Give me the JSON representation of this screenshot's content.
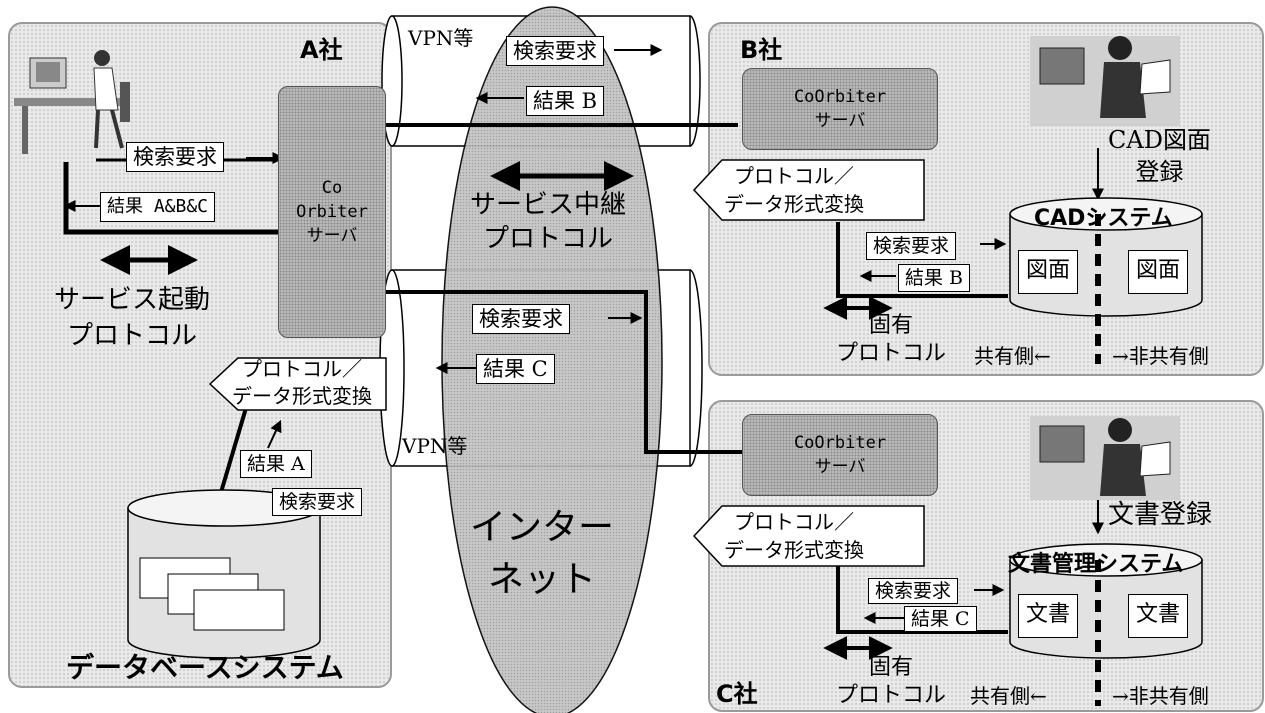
{
  "companies": {
    "a": "A社",
    "b": "B社",
    "c": "C社"
  },
  "network": {
    "vpn_top": "VPN等",
    "vpn_bottom": "VPN等",
    "internet": "インター\nネット",
    "relay_protocol": "サービス中継\nプロトコル"
  },
  "a_side": {
    "server": "Co\nOrbiter\nサーバ",
    "search_request": "検索要求",
    "result_all": "結果 A&B&C",
    "start_protocol": "サービス起動\nプロトコル",
    "converter": "プロトコル／\nデータ形式変換",
    "result_a": "結果 A",
    "db_search_request": "検索要求",
    "db_system": "データベースシステム"
  },
  "tunnel_top": {
    "search_request": "検索要求",
    "result_b": "結果 B"
  },
  "tunnel_bottom": {
    "search_request": "検索要求",
    "result_c": "結果 C"
  },
  "b_side": {
    "server": "CoOrbiter\nサーバ",
    "converter": "プロトコル／\nデータ形式変換",
    "search_request": "検索要求",
    "result_b": "結果 B",
    "native_protocol": "固有\nプロトコル",
    "registration": "CAD図面\n登録",
    "system": "CADシステム",
    "doc_left": "図面",
    "doc_right": "図面",
    "shared": "共有側←",
    "unshared": "→非共有側"
  },
  "c_side": {
    "server": "CoOrbiter\nサーバ",
    "converter": "プロトコル／\nデータ形式変換",
    "search_request": "検索要求",
    "result_c": "結果 C",
    "native_protocol": "固有\nプロトコル",
    "registration": "文書登録",
    "system": "文書管理システム",
    "doc_left": "文書",
    "doc_right": "文書",
    "shared": "共有側←",
    "unshared": "→非共有側"
  },
  "colors": {
    "panel": "#e9e9e9",
    "server": "#b9b9b9",
    "internet": "#bdbdbd",
    "line": "#000000"
  }
}
